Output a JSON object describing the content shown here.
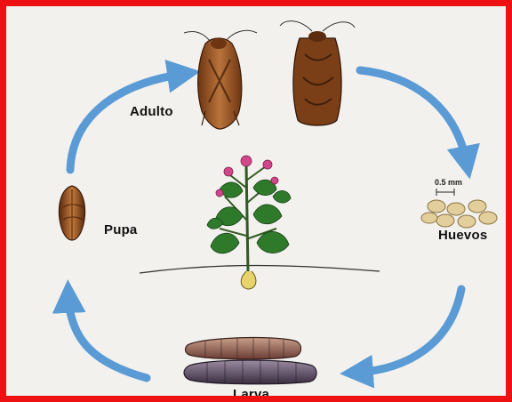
{
  "labels": {
    "adult": "Adulto",
    "eggs": "Huevos",
    "larva": "Larva",
    "pupa": "Pupa",
    "egg_scale": "0.5 mm"
  },
  "colors": {
    "frame": "#ee1111",
    "arrow": "#5b9bd5",
    "moth": "#8a4a1c",
    "egg": "#e3cf9c",
    "plant": "#2f7a2a",
    "flower": "#d2478a",
    "larva": "#5a4a5c"
  }
}
